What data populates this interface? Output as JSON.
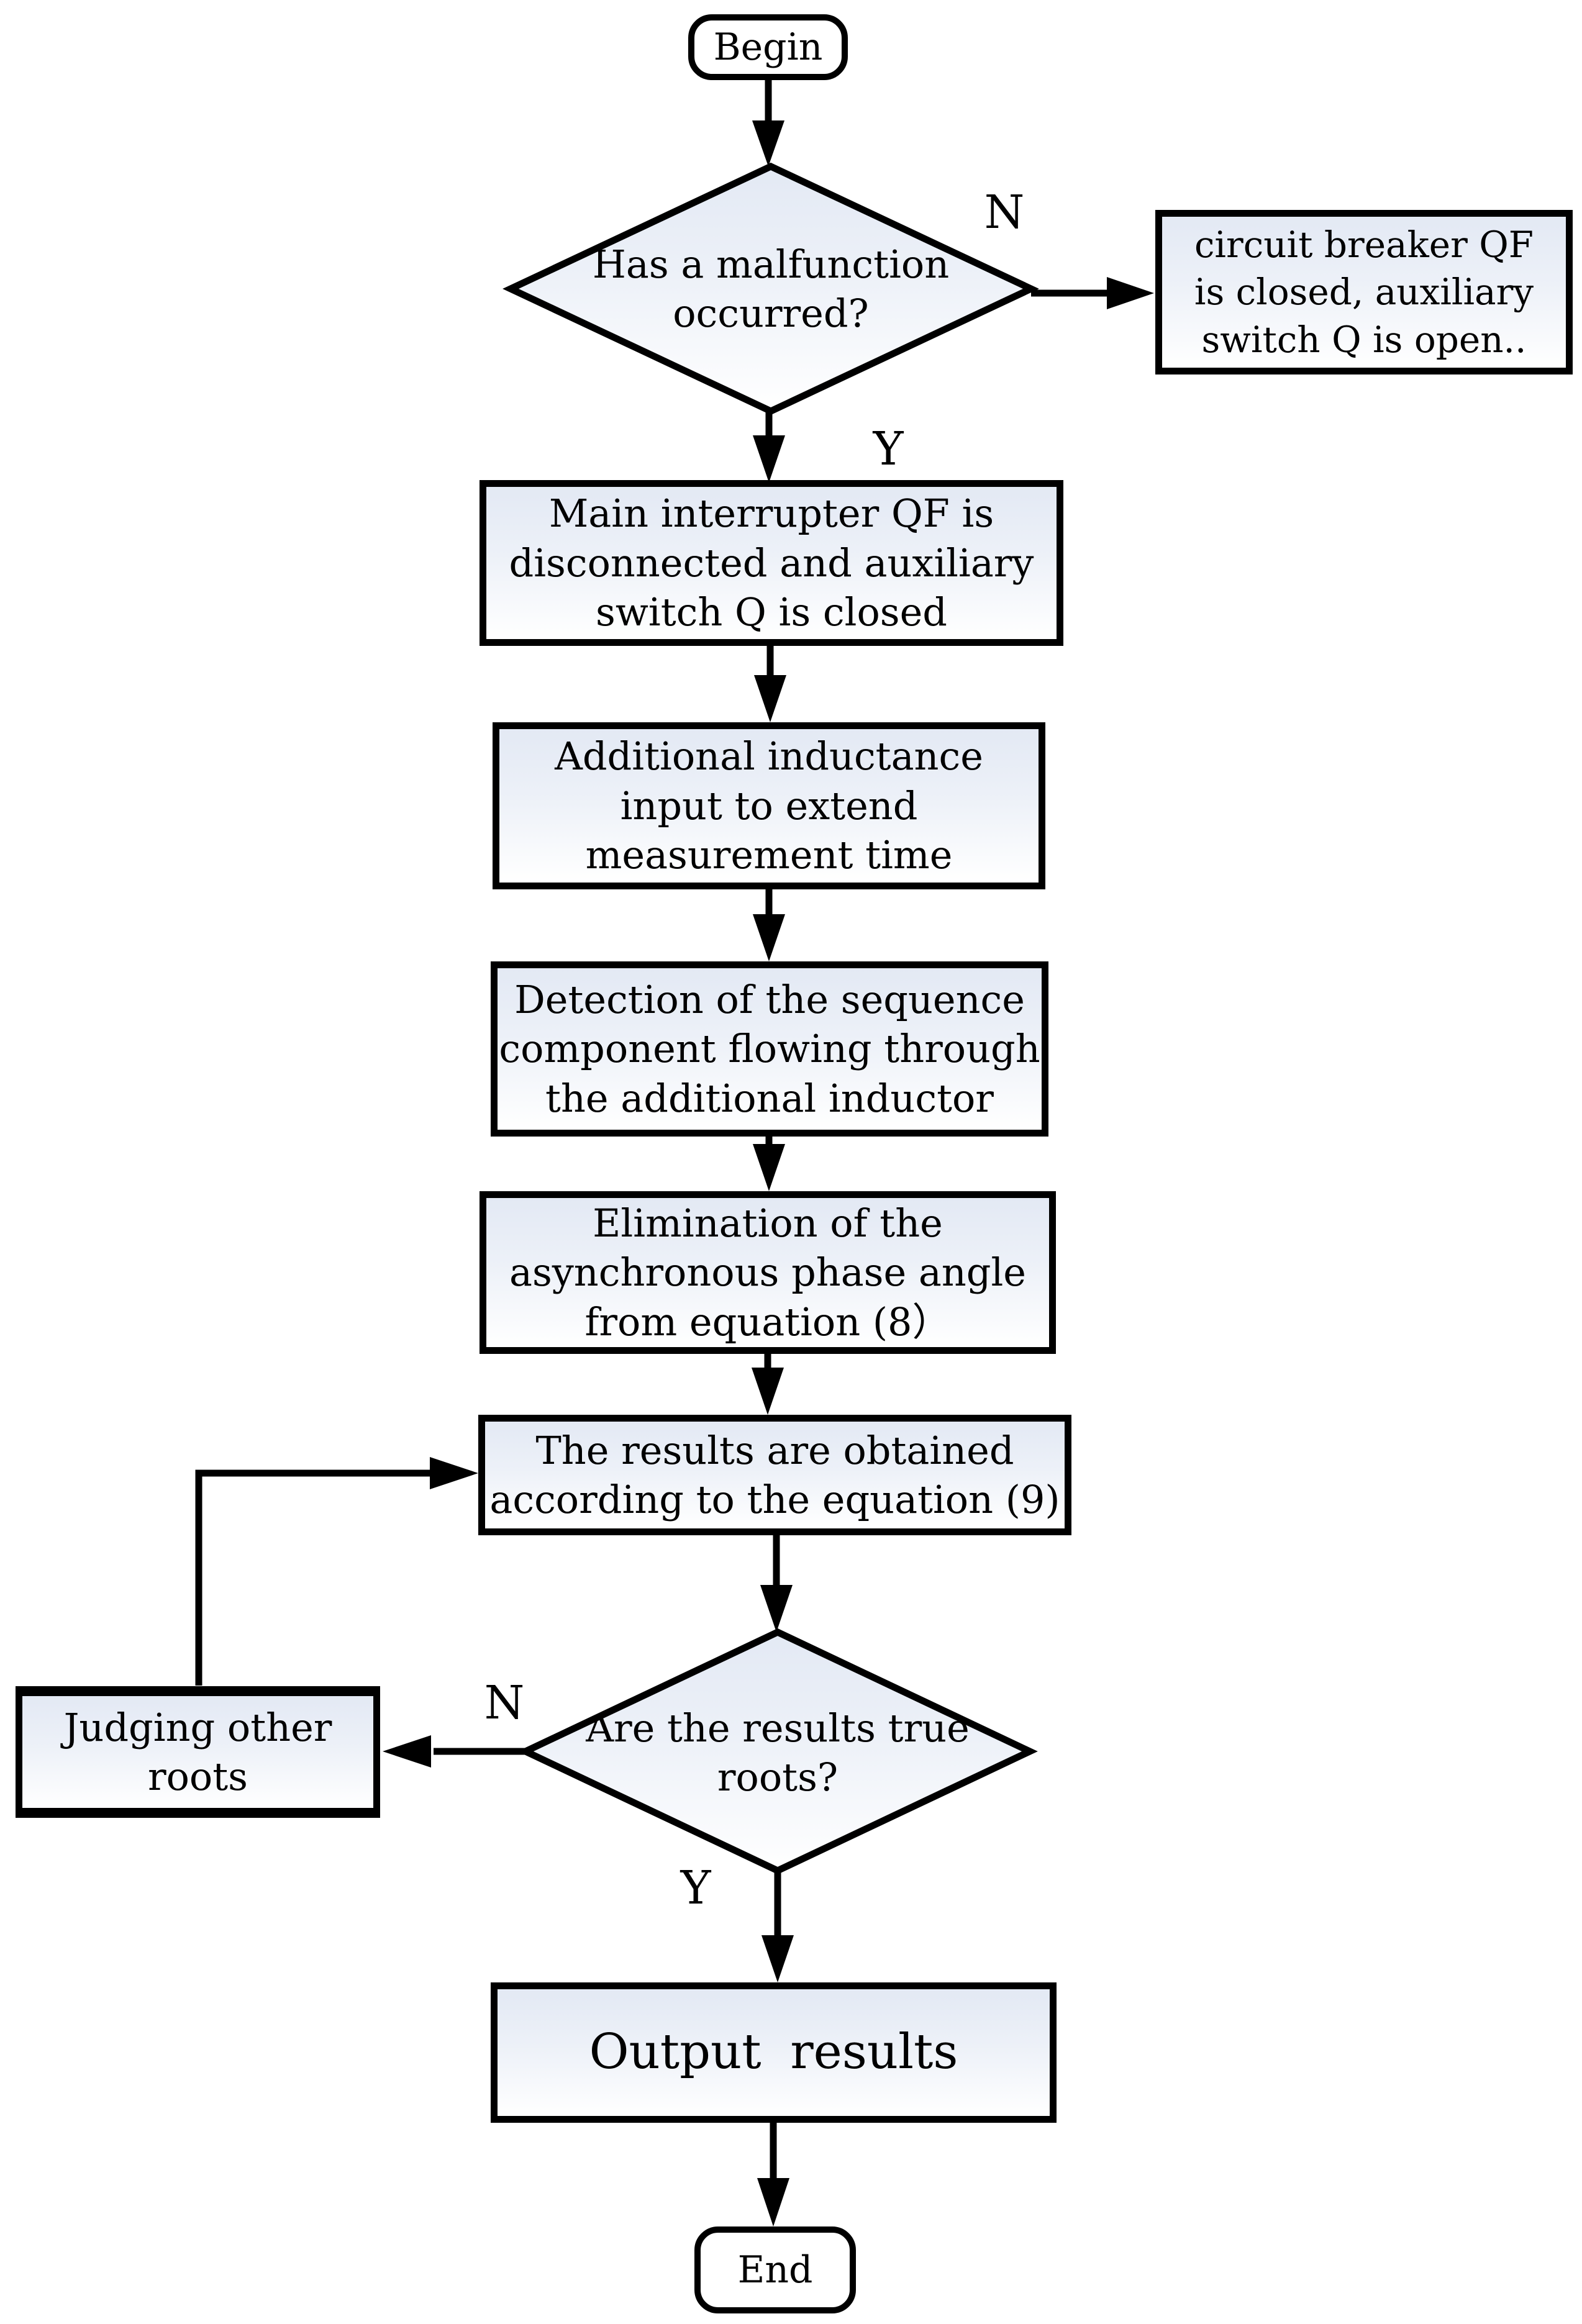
{
  "diagram": {
    "colors": {
      "stroke": "#000000",
      "fill_top": "#e3e9f4",
      "fill_bottom": "#ffffff",
      "background": "#ffffff"
    },
    "nodes": {
      "begin": "Begin",
      "decision_malfunction": "Has a malfunction\noccurred?",
      "note_no_malfunction": "circuit breaker QF\nis closed,  auxiliary\nswitch Q is open..",
      "main_interrupter": "Main interrupter QF is\ndisconnected and auxiliary\nswitch Q is closed",
      "additional_inductance": "Additional inductance\ninput to extend\nmeasurement time",
      "detection": "Detection of the sequence\ncomponent flowing through\nthe additional inductor",
      "elimination": "Elimination of the\nasynchronous phase angle\nfrom equation (8）",
      "results": "The results are obtained\naccording to the  equation (9)",
      "decision_true_roots": "Are the results true\nroots?",
      "judging": "Judging other\nroots",
      "output": "Output  results",
      "end": "End"
    },
    "labels": {
      "no_1": "N",
      "yes_1": "Y",
      "no_2": "N",
      "yes_2": "Y"
    }
  }
}
